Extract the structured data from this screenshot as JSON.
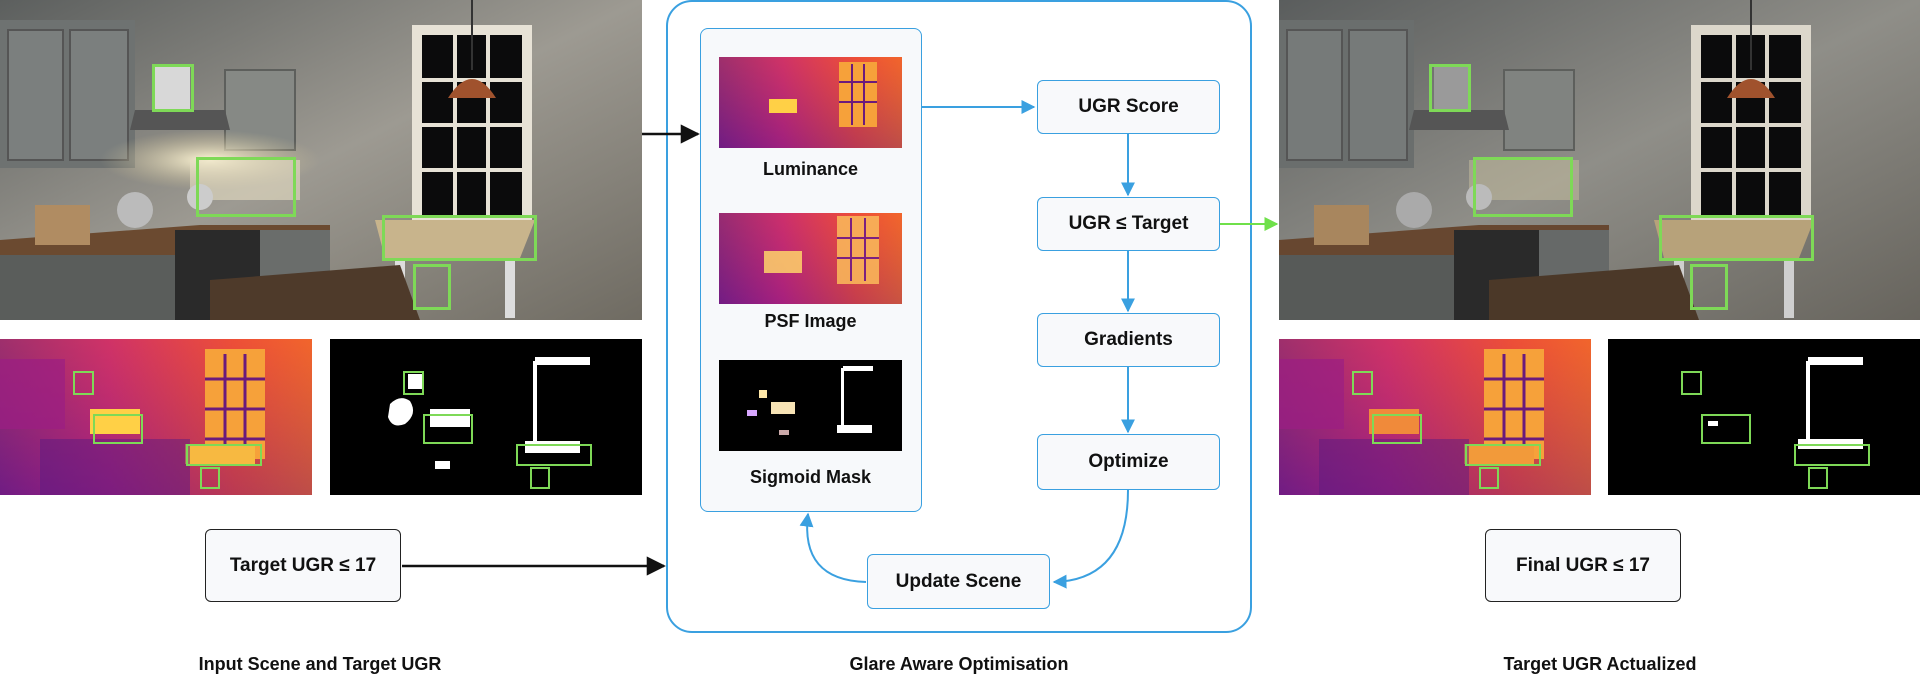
{
  "panels": {
    "input_caption": "Input Scene and Target UGR",
    "middle_caption": "Glare Aware Optimisation",
    "output_caption": "Target UGR Actualized"
  },
  "input": {
    "target_box": "Target UGR ≤ 17"
  },
  "output": {
    "final_box": "Final UGR ≤ 17"
  },
  "inner": {
    "luminance_label": "Luminance",
    "psf_label": "PSF Image",
    "sigmoid_label": "Sigmoid Mask"
  },
  "flow": {
    "ugr_score": "UGR Score",
    "ugr_target": "UGR ≤ Target",
    "gradients": "Gradients",
    "optimize": "Optimize",
    "update_scene": "Update Scene"
  },
  "colors": {
    "flow_blue": "#3aa0e0",
    "highlight_green": "#7ed957",
    "output_arrow_green": "#6fe04a",
    "heatmap_magenta": "#c2227e",
    "heatmap_orange": "#f26a2a"
  }
}
